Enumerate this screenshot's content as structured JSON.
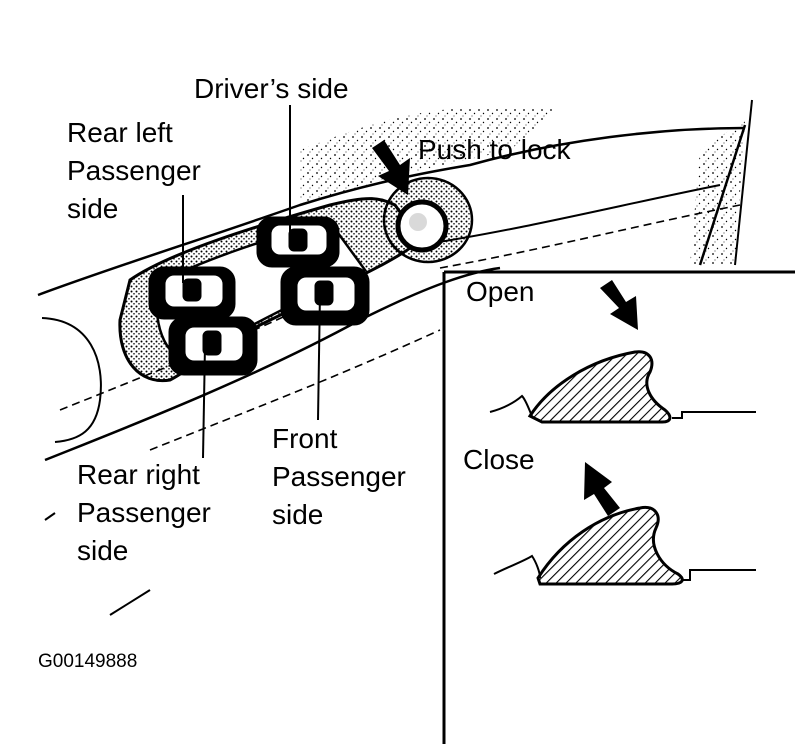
{
  "labels": {
    "rear_left": [
      "Rear left",
      "Passenger",
      "side"
    ],
    "drivers_side": "Driver’s side",
    "push_to_lock": "Push to lock",
    "open": "Open",
    "close": "Close",
    "front_passenger": [
      "Front",
      "Passenger",
      "side"
    ],
    "rear_right": [
      "Rear right",
      "Passenger",
      "side"
    ]
  },
  "figure_code": "G00149888",
  "colors": {
    "ink": "#000000",
    "paper": "#ffffff"
  }
}
